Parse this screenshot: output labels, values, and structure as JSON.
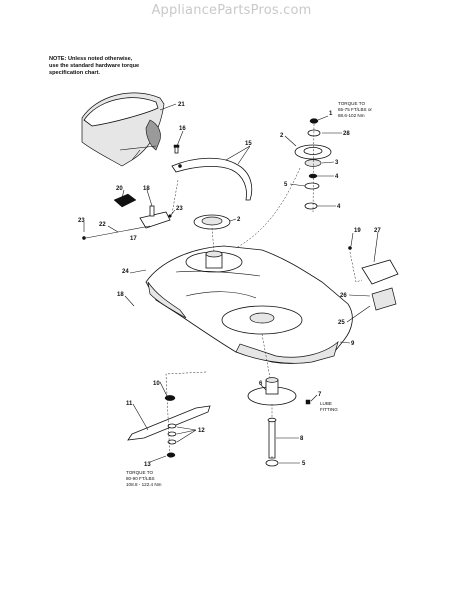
{
  "watermark": "AppliancePartsPros.com",
  "note": {
    "line1": "NOTE: Unless noted otherwise,",
    "line2": "use the standard hardware torque",
    "line3": "specification chart."
  },
  "torque_top": {
    "line1": "TORQUE TO",
    "line2": "65-75 FT/LBS or",
    "line3": "88.6-102 Nm"
  },
  "torque_bottom": {
    "line1": "TORQUE TO",
    "line2": "80-90 FT/LBS",
    "line3": "108.8 - 122.4 Nm"
  },
  "lube_fitting": {
    "line1": "LUBE",
    "line2": "FITTING"
  },
  "callouts": [
    {
      "id": "c21",
      "text": "21"
    },
    {
      "id": "c16",
      "text": "16"
    },
    {
      "id": "c15",
      "text": "15"
    },
    {
      "id": "c1",
      "text": "1"
    },
    {
      "id": "c2a",
      "text": "2"
    },
    {
      "id": "c28",
      "text": "28"
    },
    {
      "id": "c3",
      "text": "3"
    },
    {
      "id": "c4a",
      "text": "4"
    },
    {
      "id": "c5a",
      "text": "5"
    },
    {
      "id": "c4b",
      "text": "4"
    },
    {
      "id": "c20",
      "text": "20"
    },
    {
      "id": "c18a",
      "text": "18"
    },
    {
      "id": "c23a",
      "text": "23"
    },
    {
      "id": "c23b",
      "text": "23"
    },
    {
      "id": "c22",
      "text": "22"
    },
    {
      "id": "c17",
      "text": "17"
    },
    {
      "id": "c2b",
      "text": "2"
    },
    {
      "id": "c19",
      "text": "19"
    },
    {
      "id": "c27",
      "text": "27"
    },
    {
      "id": "c24",
      "text": "24"
    },
    {
      "id": "c26",
      "text": "26"
    },
    {
      "id": "c18b",
      "text": "18"
    },
    {
      "id": "c25",
      "text": "25"
    },
    {
      "id": "c9",
      "text": "9"
    },
    {
      "id": "c10",
      "text": "10"
    },
    {
      "id": "c6",
      "text": "6"
    },
    {
      "id": "c7",
      "text": "7"
    },
    {
      "id": "c11",
      "text": "11"
    },
    {
      "id": "c12",
      "text": "12"
    },
    {
      "id": "c8",
      "text": "8"
    },
    {
      "id": "c13",
      "text": "13"
    },
    {
      "id": "c5b",
      "text": "5"
    }
  ]
}
